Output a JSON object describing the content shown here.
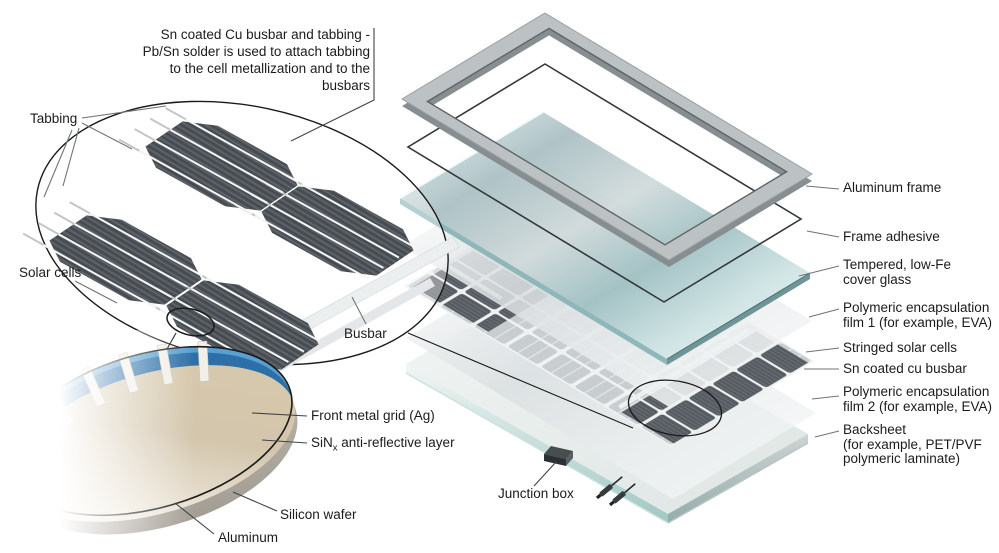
{
  "callout": {
    "lines": [
      "Sn coated Cu busbar and tabbing -",
      "Pb/Sn solder is used to attach tabbing",
      "to the cell metallization and to the",
      "busbars"
    ]
  },
  "left_detail": {
    "tabbing": "Tabbing",
    "solar_cells": "Solar cells",
    "busbar": "Busbar"
  },
  "cross_section": {
    "front_metal_grid": "Front metal grid (Ag)",
    "sin_prefix": "SiN",
    "sin_sub": "x",
    "sin_rest": " anti-reflective layer",
    "silicon_wafer": "Silicon wafer",
    "aluminum": "Aluminum"
  },
  "exploded": {
    "junction_box": "Junction box",
    "labels": [
      {
        "id": "aluminum-frame",
        "lines": [
          "Aluminum frame"
        ]
      },
      {
        "id": "frame-adhesive",
        "lines": [
          "Frame adhesive"
        ]
      },
      {
        "id": "cover-glass",
        "lines": [
          "Tempered, low-Fe",
          "cover glass"
        ]
      },
      {
        "id": "encap-film-1",
        "lines": [
          "Polymeric encapsulation",
          "film 1 (for example, EVA)"
        ]
      },
      {
        "id": "stringed-cells",
        "lines": [
          "Stringed solar cells"
        ]
      },
      {
        "id": "sn-busbar",
        "lines": [
          "Sn coated cu busbar"
        ]
      },
      {
        "id": "encap-film-2",
        "lines": [
          "Polymeric encapsulation",
          "film 2 (for example, EVA)"
        ]
      },
      {
        "id": "backsheet",
        "lines": [
          "Backsheet",
          "(for example, PET/PVF",
          " polymeric laminate)"
        ]
      }
    ]
  },
  "colors": {
    "cell_dark": "#53585d",
    "ghost_cell": "#c6cbce",
    "glass_teal": "#a9cfd0",
    "anti_reflective_blue": "#3c88c6",
    "wafer_tan": "#d9c9ab",
    "backsheet_teal": "#a9cdc9",
    "outline": "#1b1b1b"
  }
}
